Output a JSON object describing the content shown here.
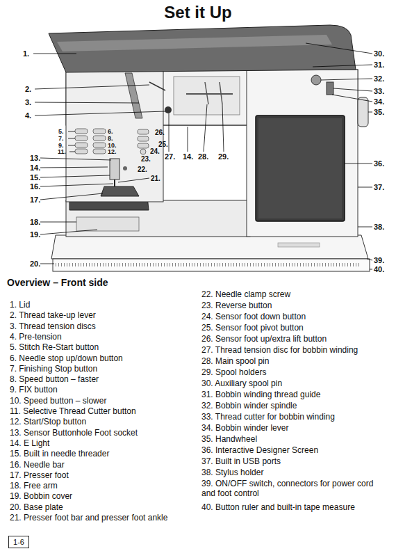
{
  "diagram": {
    "title": "Set it Up",
    "nodes": [
      {
        "text": [
          "1-6"
        ]
      }
    ],
    "labels": [
      "1.",
      "2.",
      "3.",
      "4.",
      "5.",
      "7.",
      "9.",
      "11.",
      "13.",
      "14.",
      "15.",
      "16.",
      "17.",
      "18.",
      "19.",
      "20.",
      "6.",
      "8.",
      "10.",
      "12.",
      "26.",
      "25.",
      "24.",
      "23.",
      "22.",
      "21.",
      "27.",
      "14.",
      "28.",
      "29.",
      "30.",
      "31.",
      "32.",
      "33.",
      "34.",
      "35.",
      "36.",
      "37.",
      "38.",
      "39.",
      "40.",
      "Overview – Front side",
      "1. Lid",
      "2. Thread take-up lever",
      "3. Thread tension discs",
      "4. Pre-tension",
      "5. Stitch Re-Start button",
      "6. Needle stop up/down button",
      "7. Finishing Stop button",
      "8. Speed button – faster",
      "9. FIX button",
      "10. Speed button – slower",
      "11. Selective Thread Cutter button",
      "12. Start/Stop button",
      "13. Sensor Buttonhole Foot socket",
      "14. E Light",
      "15. Built in needle threader",
      "16. Needle bar",
      "17. Presser foot",
      "18. Free arm",
      "19. Bobbin cover",
      "20. Base plate",
      "21. Presser foot bar and presser foot ankle",
      "22. Needle clamp screw",
      "23. Reverse button",
      "24. Sensor foot down button",
      "25. Sensor foot pivot button",
      "26. Sensor foot up/extra lift button",
      "27. Thread tension disc for bobbin winding",
      "28. Main spool pin",
      "29. Spool holders",
      "30. Auxiliary spool pin",
      "31. Bobbin winding thread guide",
      "32. Bobbin winder spindle",
      "33. Thread cutter for bobbin winding",
      "34. Bobbin winder lever",
      "35. Handwheel",
      "36. Interactive Designer Screen",
      "37. Built in USB ports",
      "38. Stylus holder",
      "39. ON/OFF switch, connectors for power cord and foot control",
      "40. Button ruler and built-in tape measure"
    ]
  }
}
